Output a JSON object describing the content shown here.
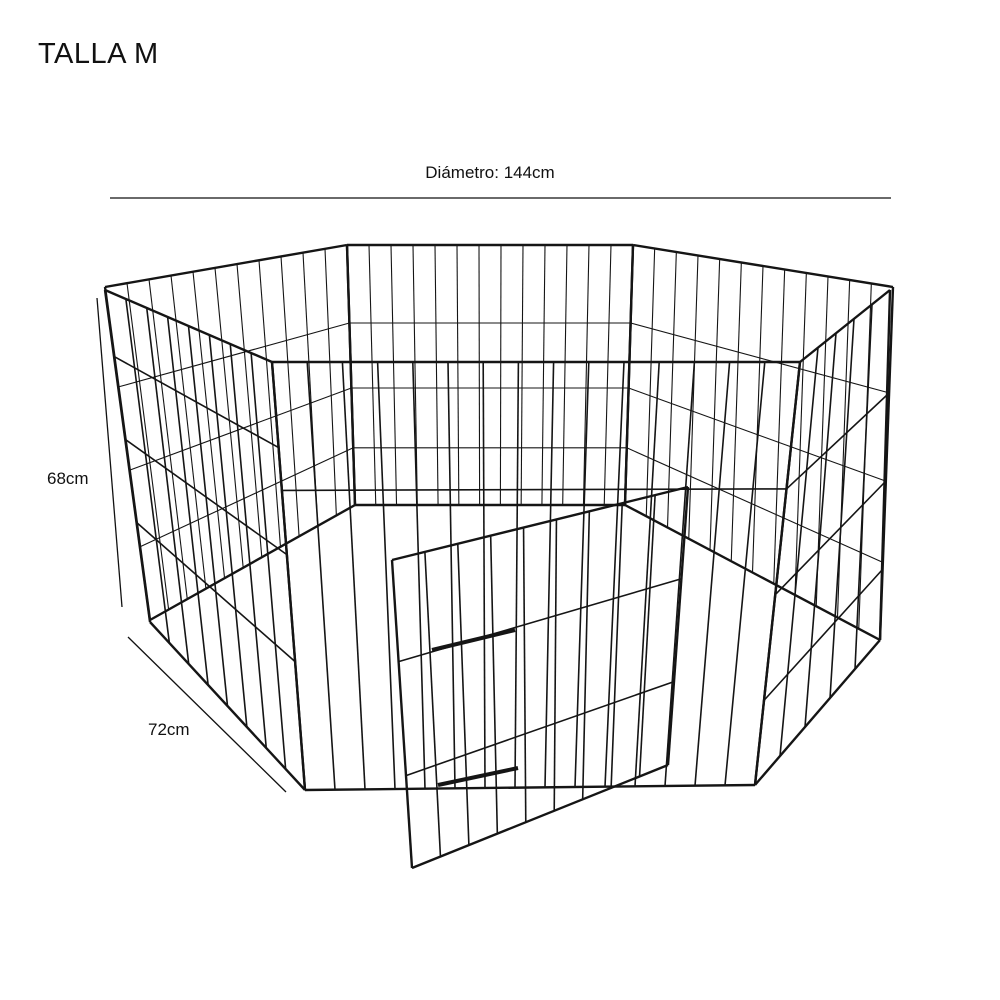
{
  "size_label": "TALLA M",
  "dimensions": {
    "diameter": "Diámetro: 144cm",
    "height": "68cm",
    "panel_width": "72cm"
  },
  "colors": {
    "wire": "#151515",
    "background": "#ffffff"
  }
}
